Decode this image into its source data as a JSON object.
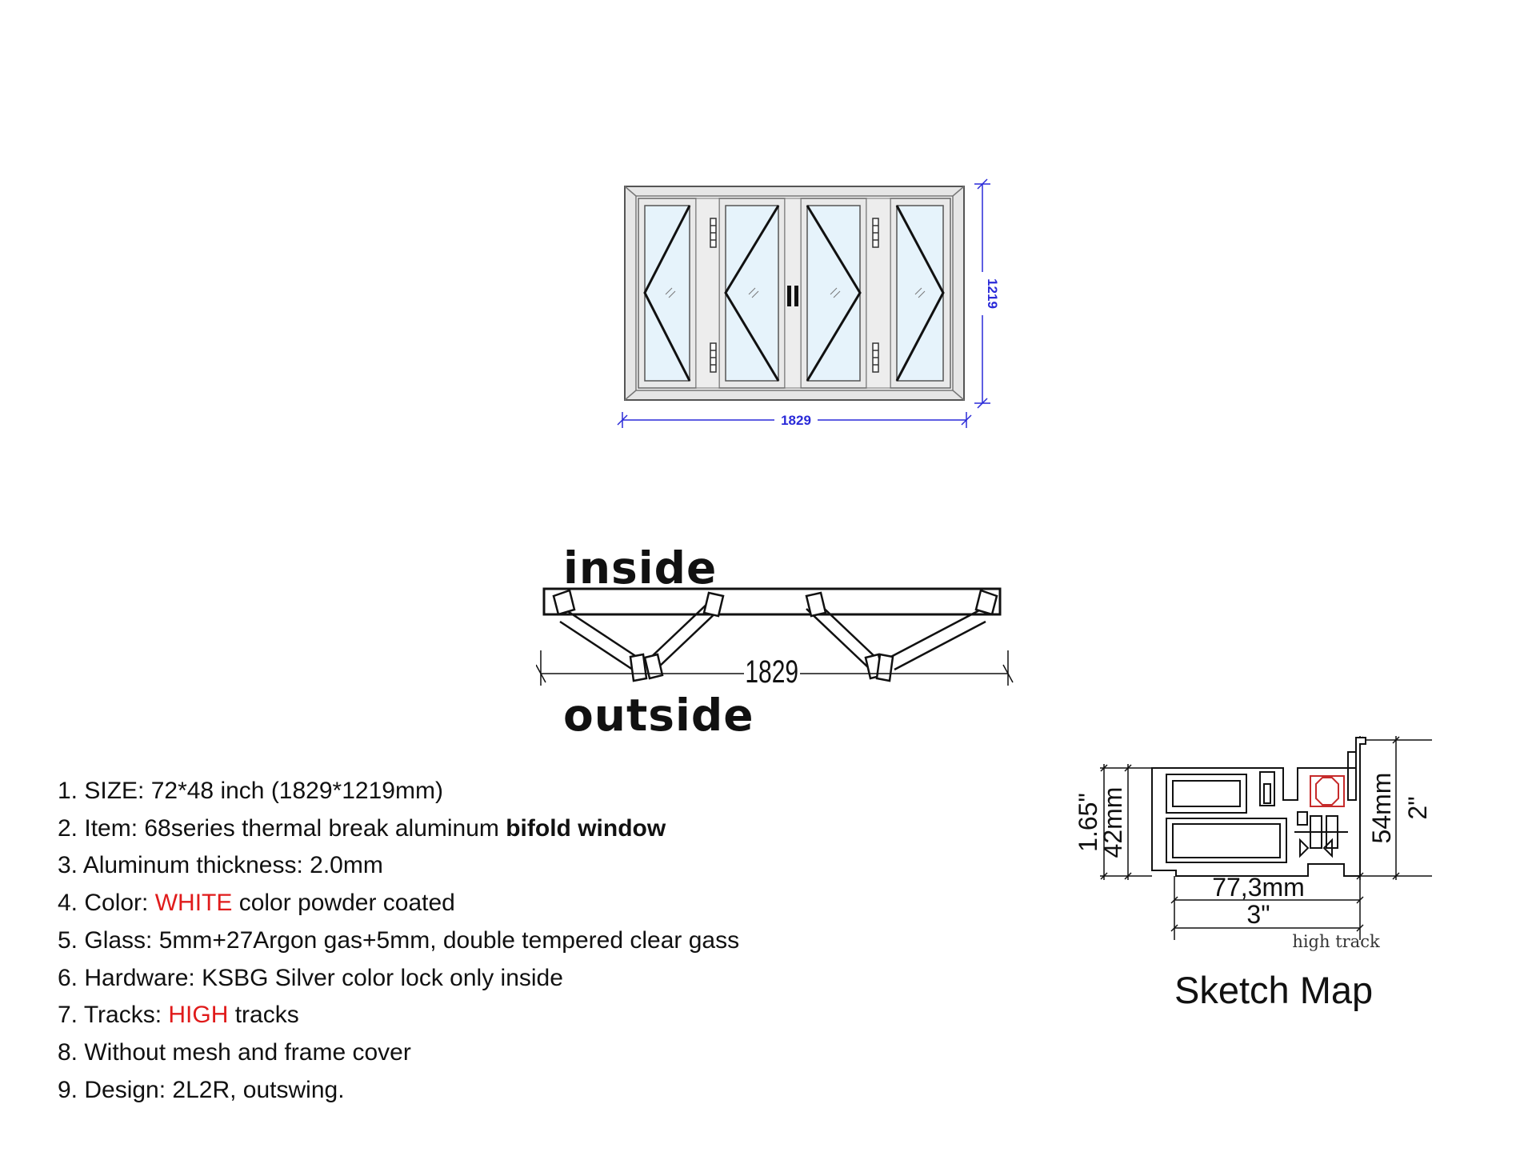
{
  "elevation": {
    "width_dim": "1829",
    "height_dim": "1219"
  },
  "plan": {
    "inside_label": "inside",
    "outside_label": "outside",
    "width_dim": "1829"
  },
  "specs": [
    {
      "prefix": "1. SIZE: 72*48 inch (1829*1219mm)",
      "highlight": "",
      "suffix": ""
    },
    {
      "prefix": "2. Item: 68series thermal break aluminum ",
      "bold": "bifold window"
    },
    {
      "prefix": "3. Aluminum thickness: 2.0mm",
      "highlight": "",
      "suffix": ""
    },
    {
      "prefix": "4. Color: ",
      "highlight": "WHITE",
      "suffix": " color powder coated"
    },
    {
      "prefix": "5. Glass: 5mm+27Argon gas+5mm, double tempered clear gass",
      "highlight": "",
      "suffix": ""
    },
    {
      "prefix": "6. Hardware: KSBG Silver color lock only inside",
      "highlight": "",
      "suffix": ""
    },
    {
      "prefix": "7. Tracks: ",
      "highlight": "HIGH",
      "suffix": " tracks"
    },
    {
      "prefix": "8. Without mesh and frame cover",
      "highlight": "",
      "suffix": ""
    },
    {
      "prefix": "9. Design: 2L2R, outswing.",
      "highlight": "",
      "suffix": ""
    }
  ],
  "sketch": {
    "title": "Sketch Map",
    "dim_height_left_in": "1.65\"",
    "dim_height_left_mm": "42mm",
    "dim_height_right_mm": "54mm",
    "dim_height_right_in": "2\"",
    "dim_width_mm": "77,3mm",
    "dim_width_in": "3\"",
    "track_note": "high track"
  },
  "colors": {
    "highlight": "#e01b1b",
    "dimension_blue": "#2a2ad8",
    "frame_grey": "#c8c8c8"
  }
}
